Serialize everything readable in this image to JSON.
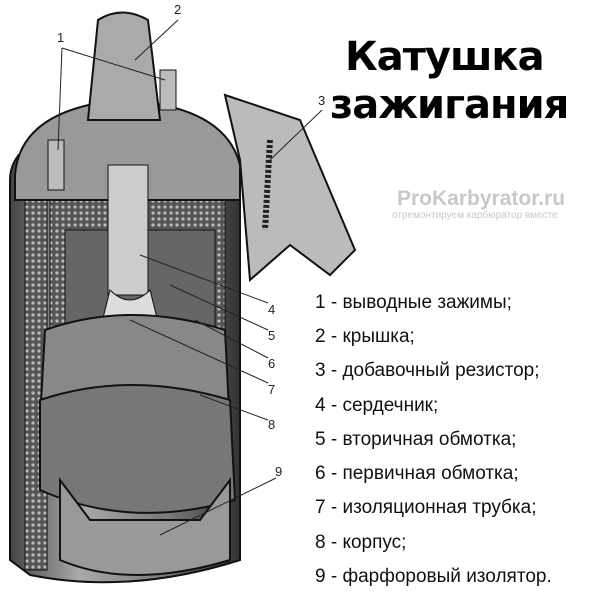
{
  "title": {
    "line1": "Катушка",
    "line2": "зажигания"
  },
  "watermark": {
    "site": "ProKarbyrator.ru",
    "tagline": "отремонтируем карбюратор вместе"
  },
  "callouts": [
    "1",
    "2",
    "3",
    "4",
    "5",
    "6",
    "7",
    "8",
    "9"
  ],
  "legend": [
    "1 - выводные зажимы;",
    "2 - крышка;",
    "3 - добавочный резистор;",
    "4 - сердечник;",
    "5 - вторичная обмотка;",
    "6 - первичная обмотка;",
    "7 - изоляционная трубка;",
    "8 - корпус;",
    "9 - фарфоровый изолятор."
  ]
}
